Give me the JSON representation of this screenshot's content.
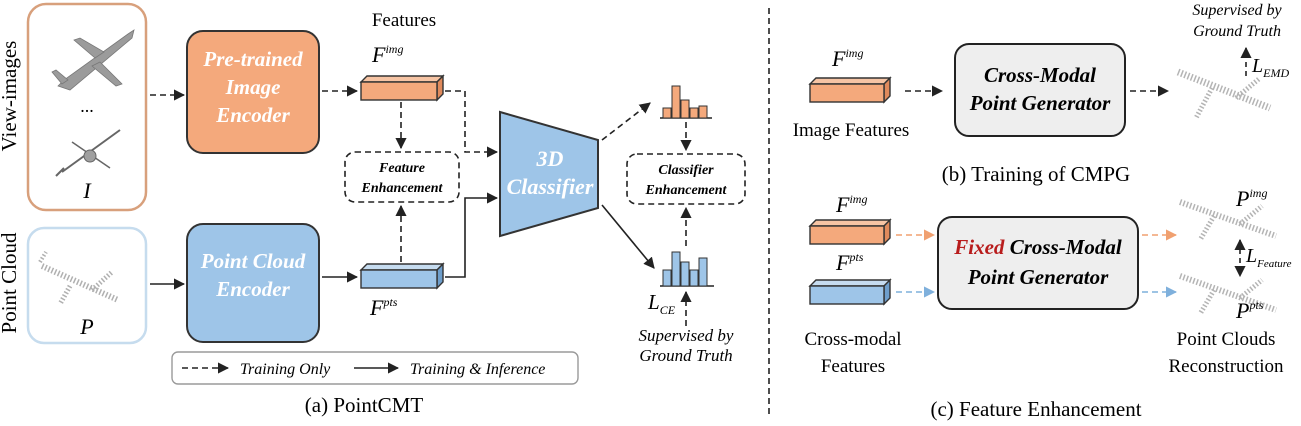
{
  "left_panel": {
    "side_label_views": "View-images",
    "side_label_points": "Point Cloud",
    "ellipsis": "...",
    "symbol_images": "I",
    "symbol_points": "P",
    "features_header": "Features",
    "image_encoder": [
      "Pre-trained",
      "Image",
      "Encoder"
    ],
    "point_encoder": [
      "Point Cloud",
      "Encoder"
    ],
    "feat_img_symbol": "F",
    "feat_img_sup": "img",
    "feat_pts_symbol": "F",
    "feat_pts_sup": "pts",
    "feature_enhancement": [
      "Feature",
      "Enhancement"
    ],
    "classifier": [
      "3D",
      "Classifier"
    ],
    "classifier_enhancement": [
      "Classifier",
      "Enhancement"
    ],
    "loss_ce_symbol": "L",
    "loss_ce_sub": "CE",
    "supervised": [
      "Supervised by",
      "Ground Truth"
    ],
    "legend_dashed": "Training Only",
    "legend_solid": "Training & Inference",
    "caption": "(a) PointCMT"
  },
  "panel_b": {
    "supervised": [
      "Supervised by",
      "Ground Truth"
    ],
    "feat_symbol": "F",
    "feat_sup": "img",
    "image_features": "Image Features",
    "generator": [
      "Cross-Modal",
      "Point Generator"
    ],
    "loss_emd_symbol": "L",
    "loss_emd_sub": "EMD",
    "caption": "(b) Training of CMPG"
  },
  "panel_c": {
    "feat_img_symbol": "F",
    "feat_img_sup": "img",
    "feat_pts_symbol": "F",
    "feat_pts_sup": "pts",
    "generator_fixed": "Fixed",
    "generator_line1": "Cross-Modal",
    "generator_line2": "Point Generator",
    "out_img_symbol": "P",
    "out_img_sup": "img",
    "out_pts_symbol": "P",
    "out_pts_sup": "pts",
    "loss_feature_symbol": "L",
    "loss_feature_sub": "Feature",
    "cross_modal_features": [
      "Cross-modal",
      "Features"
    ],
    "point_clouds": [
      "Point Clouds",
      "Reconstruction"
    ],
    "caption": "(c) Feature Enhancement"
  },
  "colors": {
    "orange_fill": "#f4a97c",
    "orange_border": "#d89a72",
    "blue_fill": "#9ec5e8",
    "blue_border": "#c9def0",
    "gray_fill": "#eeeeee",
    "fixed_red": "#b81c1c"
  }
}
